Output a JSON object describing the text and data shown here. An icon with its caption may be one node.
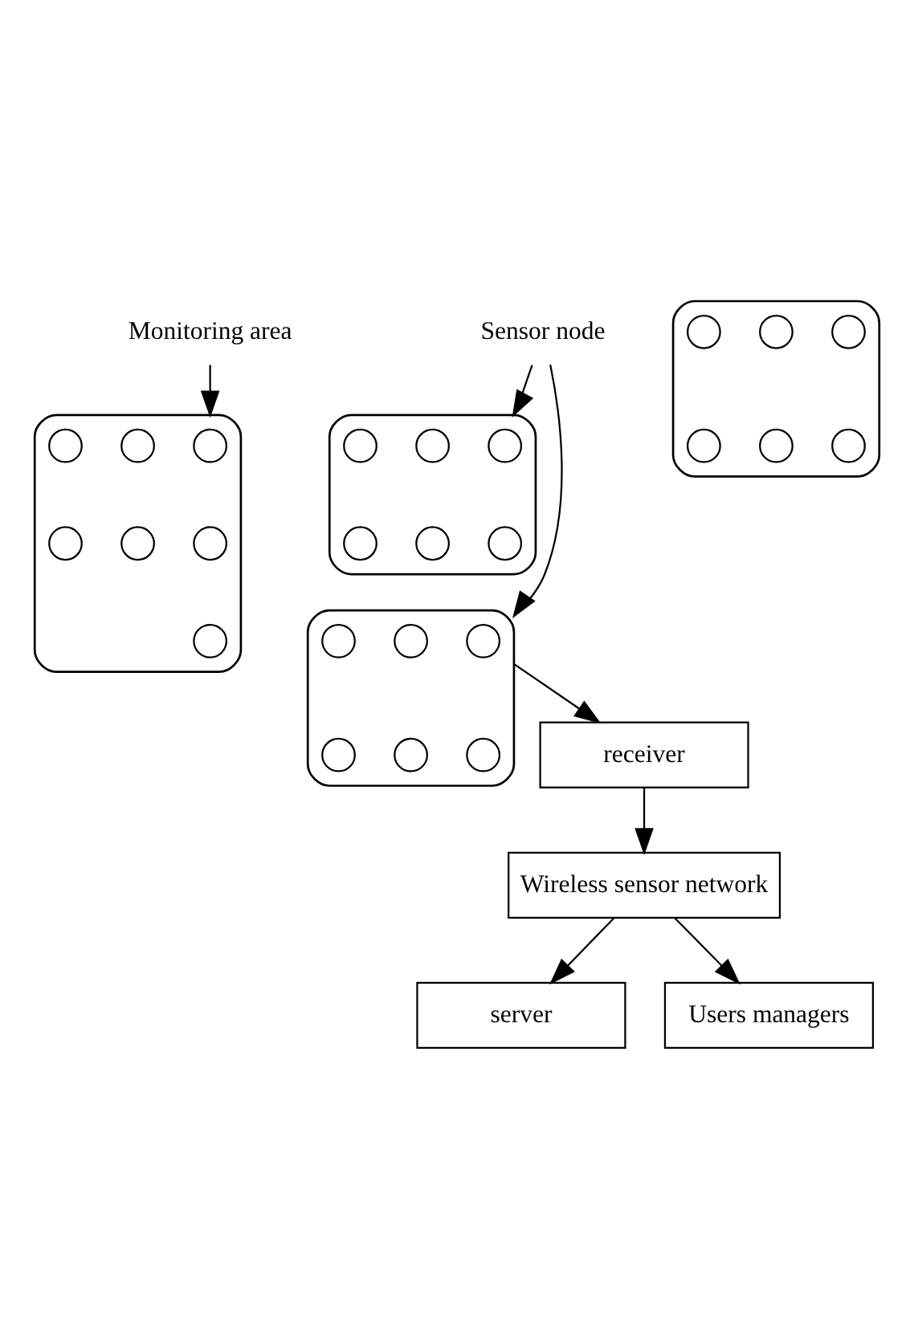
{
  "diagram": {
    "nodes": [
      {
        "text": [
          "Monitoring area"
        ]
      },
      {
        "text": [],
        "shape": "ellipse"
      },
      {
        "text": [],
        "shape": "circle",
        "in": 1
      },
      {
        "text": [],
        "shape": "circle",
        "in": 1
      },
      {
        "text": [],
        "shape": "circle",
        "in": 1
      },
      {
        "text": [],
        "shape": "circle",
        "in": 1
      },
      {
        "text": [],
        "shape": "circle",
        "in": 1
      },
      {
        "text": [],
        "shape": "circle",
        "in": 1
      },
      {
        "text": [],
        "shape": "ellipse"
      },
      {
        "text": [],
        "shape": "circle",
        "in": 8
      },
      {
        "text": [],
        "shape": "circle",
        "in": 8
      },
      {
        "text": [],
        "shape": "circle",
        "in": 8
      },
      {
        "text": [],
        "shape": "circle",
        "in": 8
      },
      {
        "text": [],
        "shape": "circle",
        "in": 8
      },
      {
        "text": [],
        "shape": "circle",
        "in": 8
      },
      {
        "text": [],
        "shape": "circle",
        "in": 8
      },
      {
        "text": [],
        "shape": "ellipse"
      },
      {
        "text": [],
        "shape": "circle",
        "in": 16
      },
      {
        "text": [],
        "shape": "circle",
        "in": 16
      },
      {
        "text": [],
        "shape": "circle",
        "in": 16
      },
      {
        "text": [],
        "shape": "circle",
        "in": 16
      },
      {
        "text": [],
        "shape": "circle",
        "in": 16
      },
      {
        "text": [],
        "shape": "circle",
        "in": 16
      },
      {
        "text": [],
        "shape": "ellipse"
      },
      {
        "text": [],
        "shape": "circle",
        "in": 23
      },
      {
        "text": [],
        "shape": "circle",
        "in": 23
      },
      {
        "text": [],
        "shape": "circle",
        "in": 23
      },
      {
        "text": [],
        "shape": "circle",
        "in": 23
      },
      {
        "text": [],
        "shape": "circle",
        "in": 23
      },
      {
        "text": [],
        "shape": "circle",
        "in": 23
      },
      {
        "text": [
          "Sensor node"
        ]
      },
      {
        "text": [
          "receiver"
        ]
      },
      {
        "text": [
          "Wireless sensor network"
        ]
      },
      {
        "text": [
          "server"
        ]
      },
      {
        "text": [
          "Users managers"
        ]
      }
    ],
    "edges": [
      {
        "from": 0,
        "to": 8,
        "arrow": "to"
      },
      {
        "from": 30,
        "to": 1,
        "arrow": "to"
      },
      {
        "from": 30,
        "to": 23,
        "arrow": "to"
      },
      {
        "from": 23,
        "to": 31,
        "arrow": "to"
      },
      {
        "from": 31,
        "to": 32,
        "arrow": "to"
      },
      {
        "from": 32,
        "to": 33,
        "arrow": "to"
      },
      {
        "from": 32,
        "to": 34,
        "arrow": "to"
      }
    ]
  }
}
